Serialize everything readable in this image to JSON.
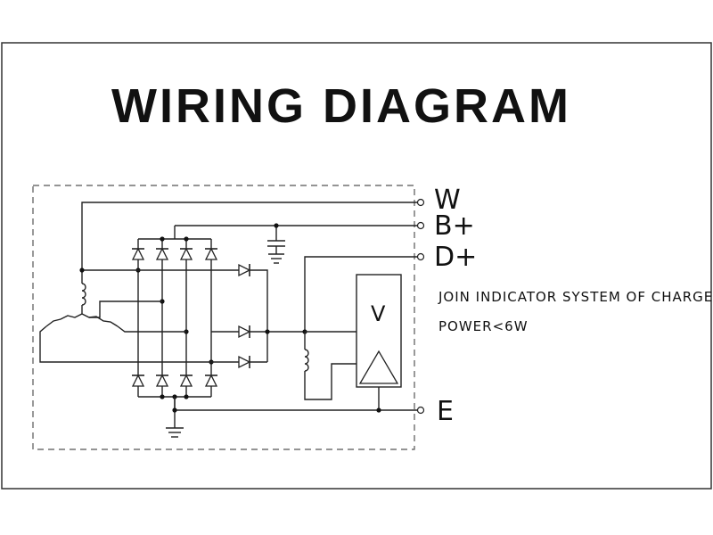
{
  "title": "WIRING DIAGRAM",
  "terminals": {
    "w": "W",
    "b_plus": "B+",
    "d_plus": "D+",
    "e": "E"
  },
  "note": {
    "line1": "JOIN INDICATOR SYSTEM OF CHARGE,",
    "line2": "POWER<6W"
  },
  "regulator": {
    "label": "V"
  },
  "colors": {
    "ink": "#111111",
    "background": "#ffffff"
  }
}
